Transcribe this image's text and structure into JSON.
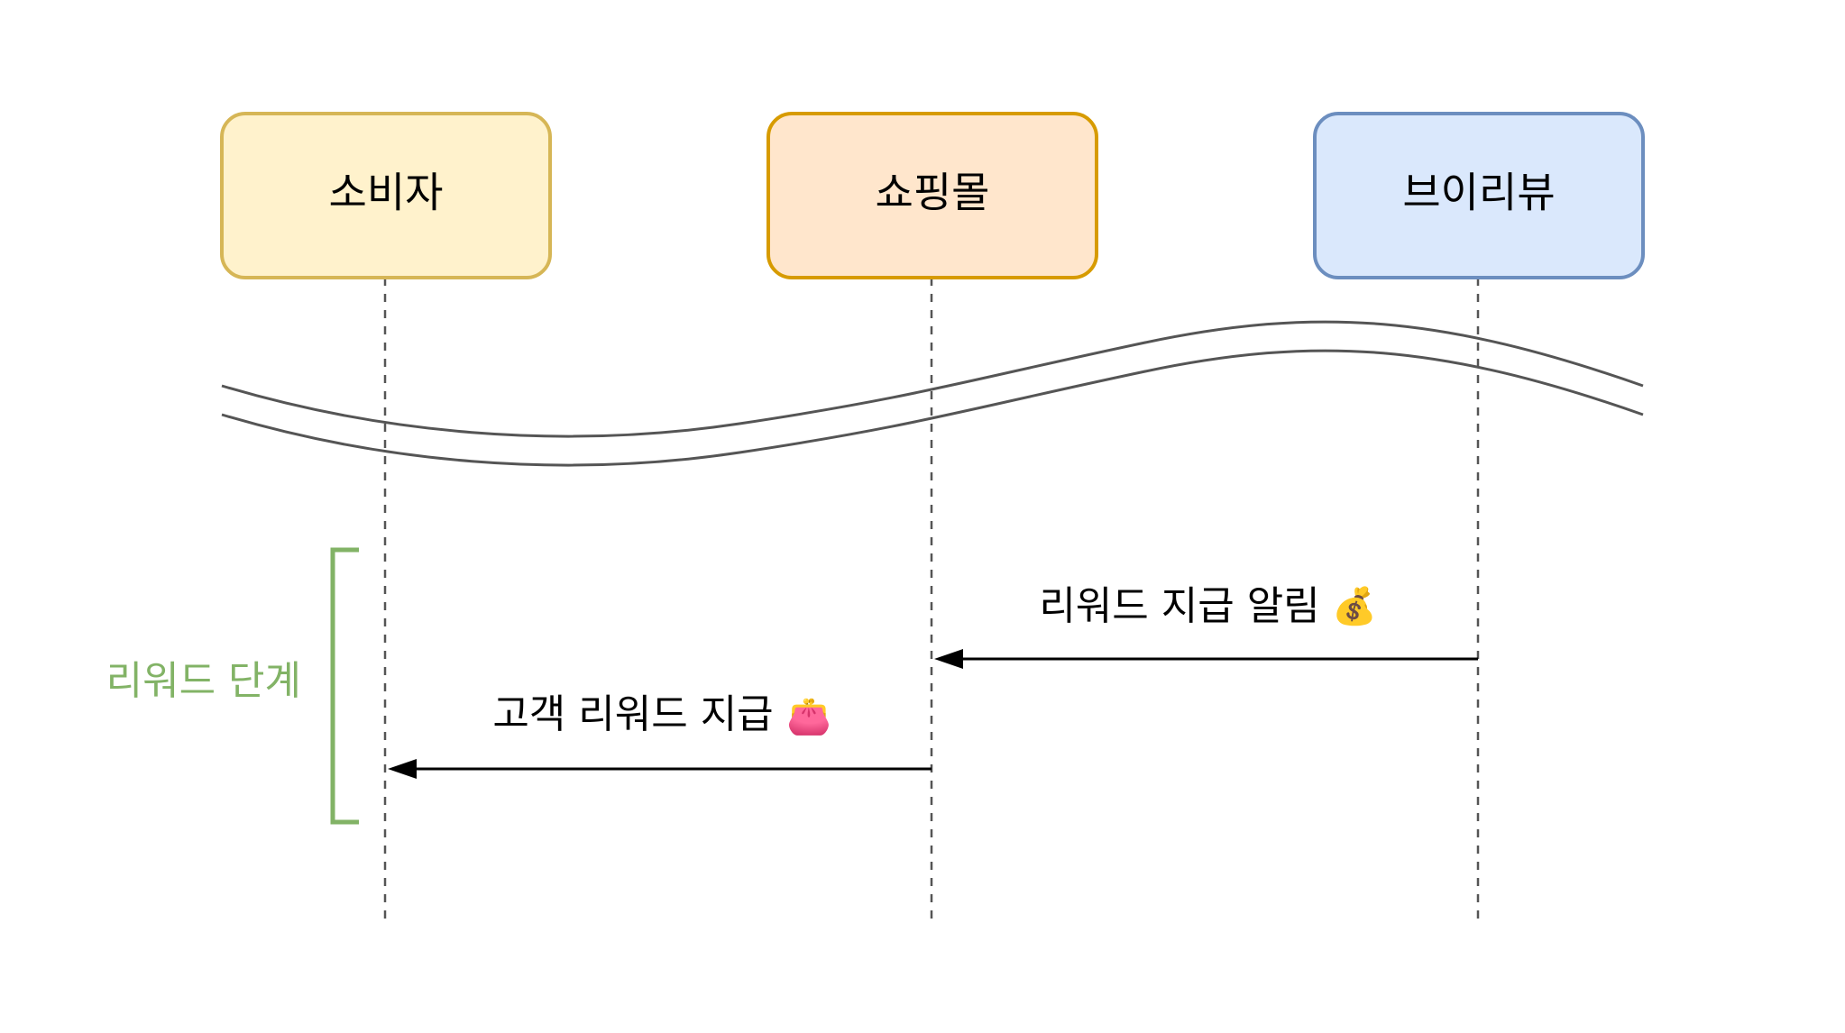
{
  "actors": [
    {
      "id": "consumer",
      "label": "소비자",
      "fill": "#fff2cc",
      "stroke": "#d6b656"
    },
    {
      "id": "shop",
      "label": "쇼핑몰",
      "fill": "#ffe6cc",
      "stroke": "#d79b00"
    },
    {
      "id": "vreview",
      "label": "브이리뷰",
      "fill": "#dae8fc",
      "stroke": "#6c8ebf"
    }
  ],
  "messages": [
    {
      "id": "reward-notify",
      "label": "리워드 지급 알림",
      "icon": "money-bag-icon",
      "icon_glyph": "💰",
      "from": "vreview",
      "to": "shop"
    },
    {
      "id": "customer-reward",
      "label": "고객 리워드 지급",
      "icon": "purse-icon",
      "icon_glyph": "👛",
      "from": "shop",
      "to": "consumer"
    }
  ],
  "phase": {
    "label": "리워드 단계",
    "color": "#82b366"
  },
  "colors": {
    "lifeline": "#555555",
    "arrow": "#000000",
    "break_lines": "#555555"
  }
}
